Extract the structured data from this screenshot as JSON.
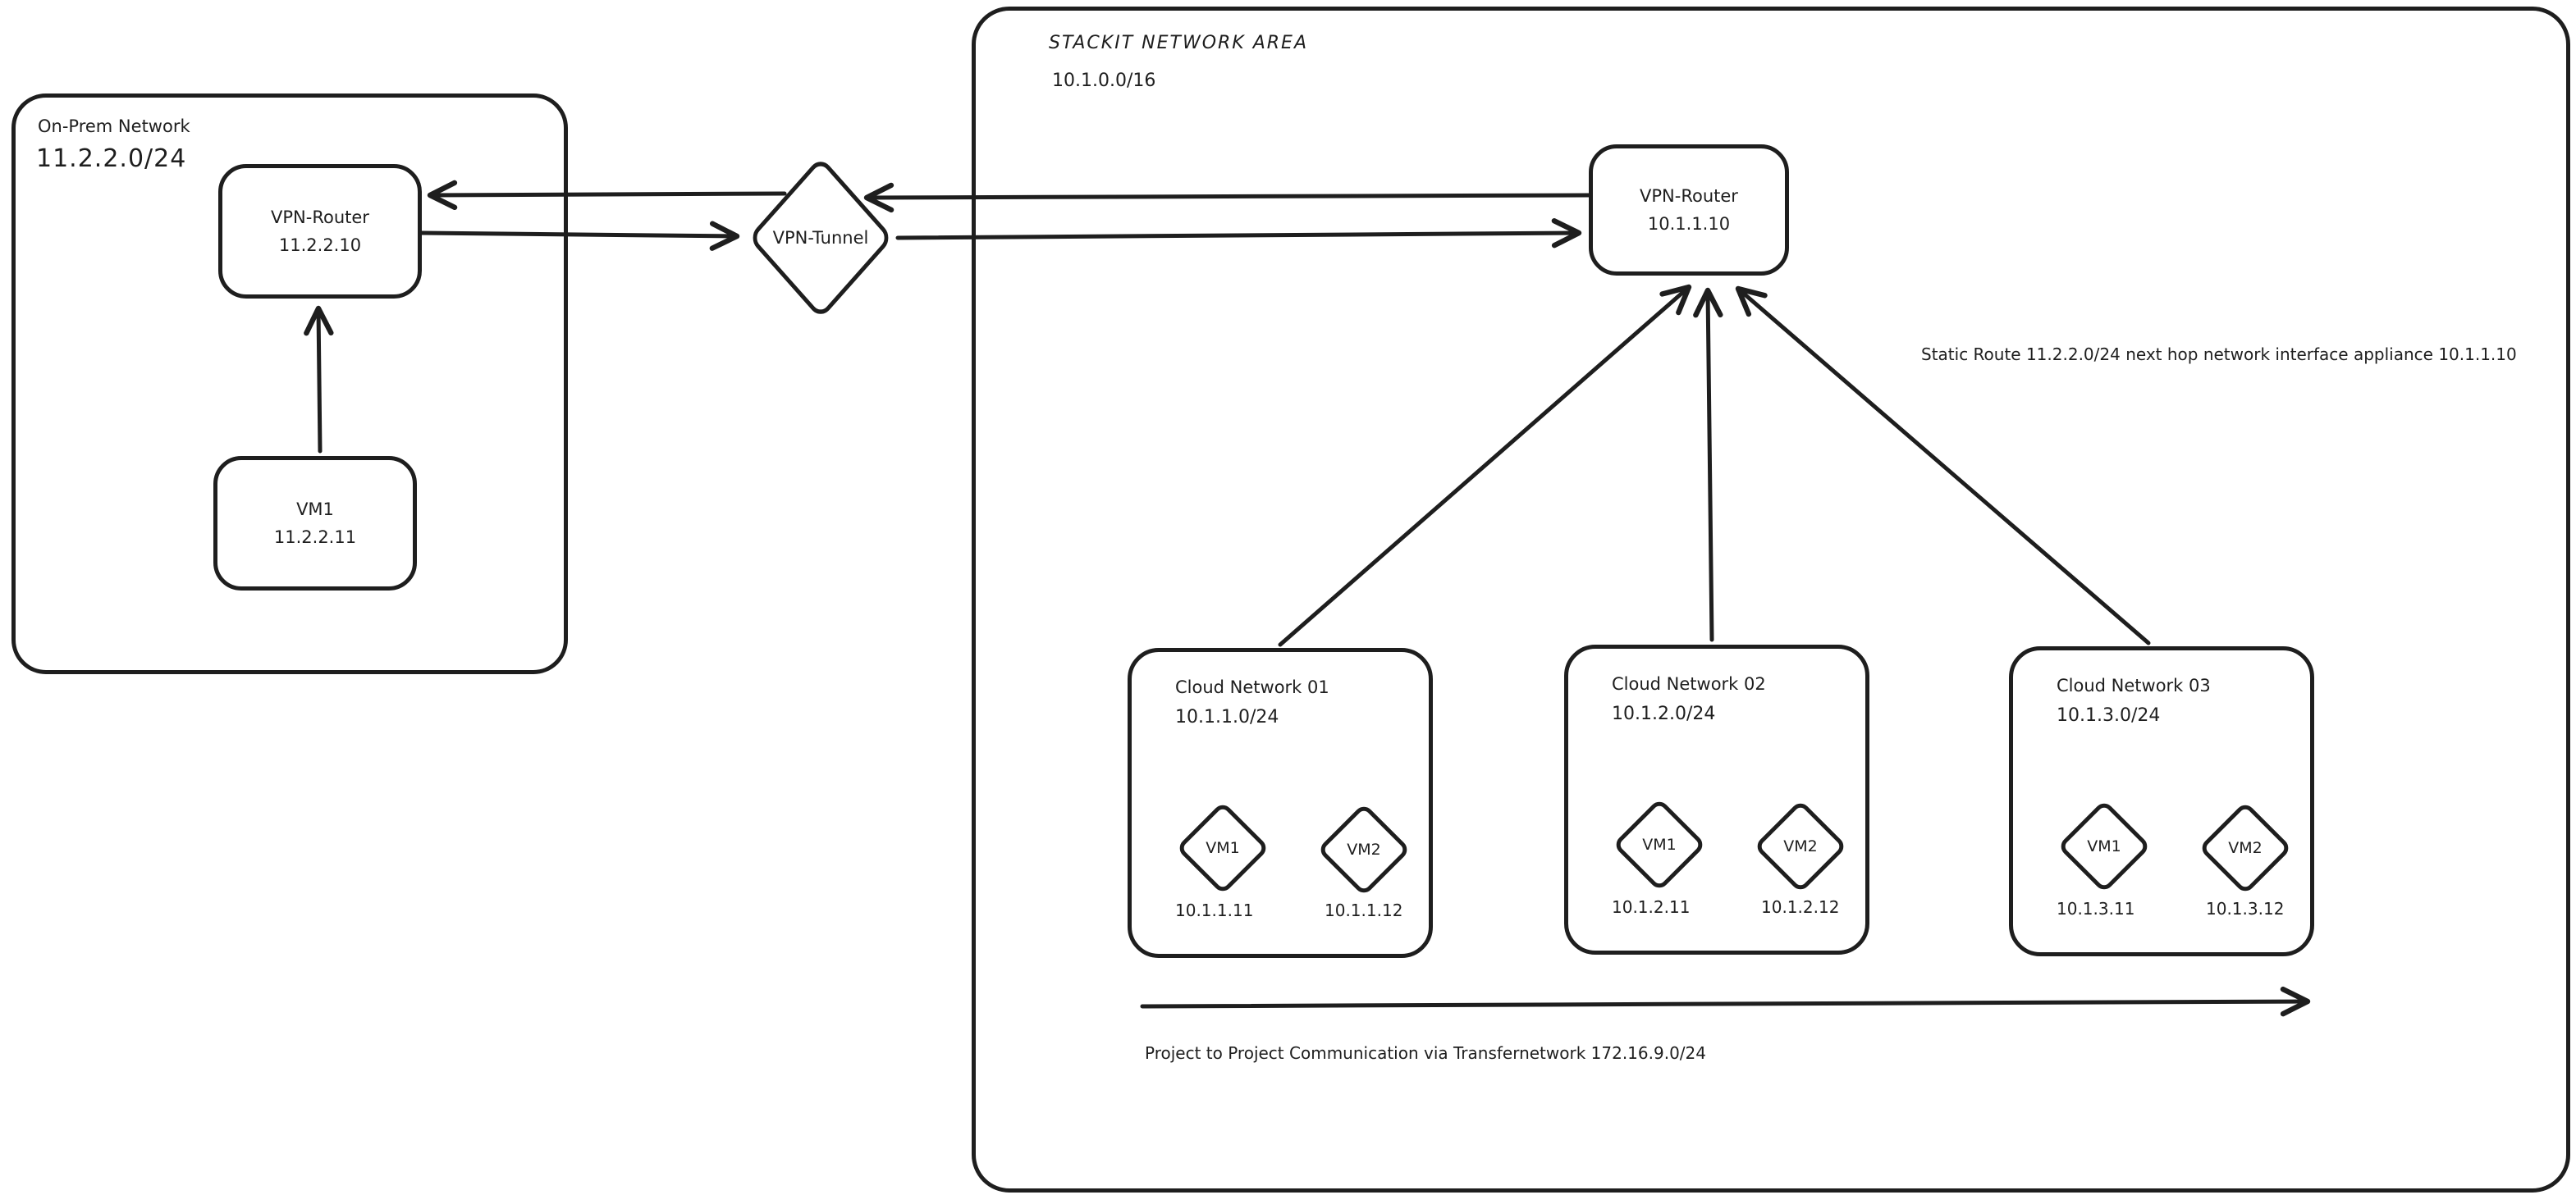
{
  "diagram": {
    "stroke_color": "#1e1e1e",
    "background": "#ffffff"
  },
  "on_prem": {
    "title": "On-Prem Network",
    "cidr": "11.2.2.0/24",
    "router": {
      "name": "VPN-Router",
      "ip": "11.2.2.10"
    },
    "vm": {
      "name": "VM1",
      "ip": "11.2.2.11"
    }
  },
  "tunnel": {
    "label": "VPN-Tunnel"
  },
  "stackit": {
    "title": "STACKIT NETWORK AREA",
    "cidr": "10.1.0.0/16",
    "router": {
      "name": "VPN-Router",
      "ip": "10.1.1.10"
    },
    "static_route_note": "Static Route 11.2.2.0/24 next hop network interface appliance 10.1.1.10",
    "transfer_note": "Project to Project Communication via Transfernetwork 172.16.9.0/24",
    "clouds": [
      {
        "title": "Cloud Network 01",
        "cidr": "10.1.1.0/24",
        "vm1": {
          "name": "VM1",
          "ip": "10.1.1.11"
        },
        "vm2": {
          "name": "VM2",
          "ip": "10.1.1.12"
        }
      },
      {
        "title": "Cloud Network 02",
        "cidr": "10.1.2.0/24",
        "vm1": {
          "name": "VM1",
          "ip": "10.1.2.11"
        },
        "vm2": {
          "name": "VM2",
          "ip": "10.1.2.12"
        }
      },
      {
        "title": "Cloud Network 03",
        "cidr": "10.1.3.0/24",
        "vm1": {
          "name": "VM1",
          "ip": "10.1.3.11"
        },
        "vm2": {
          "name": "VM2",
          "ip": "10.1.3.12"
        }
      }
    ]
  }
}
